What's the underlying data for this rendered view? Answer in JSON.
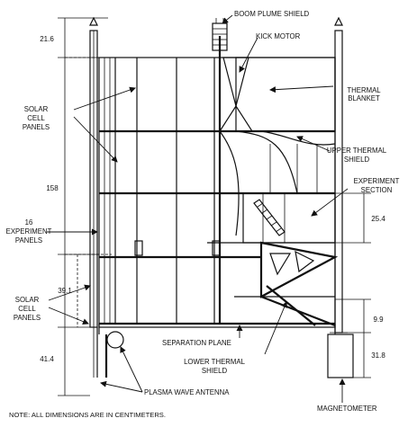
{
  "labels": {
    "boom_plume_shield": "BOOM PLUME SHIELD",
    "kick_motor": "KICK MOTOR",
    "thermal_blanket_1": "THERMAL",
    "thermal_blanket_2": "BLANKET",
    "solar_cell_panels_top_1": "SOLAR",
    "solar_cell_panels_top_2": "CELL",
    "solar_cell_panels_top_3": "PANELS",
    "upper_thermal_shield_1": "UPPER THERMAL",
    "upper_thermal_shield_2": "SHIELD",
    "experiment_section_1": "EXPERIMENT",
    "experiment_section_2": "SECTION",
    "experiment_panels_1": "16",
    "experiment_panels_2": "EXPERIMENT",
    "experiment_panels_3": "PANELS",
    "solar_cell_panels_bottom_1": "SOLAR",
    "solar_cell_panels_bottom_2": "CELL",
    "solar_cell_panels_bottom_3": "PANELS",
    "separation_plane": "SEPARATION PLANE",
    "lower_thermal_shield_1": "LOWER THERMAL",
    "lower_thermal_shield_2": "SHIELD",
    "plasma_wave_antenna": "PLASMA WAVE ANTENNA",
    "magnetometer": "MAGNETOMETER"
  },
  "dimensions": {
    "d_21_6": "21.6",
    "d_158": "158",
    "d_39_1": "39.1",
    "d_41_4": "41.4",
    "d_25_4": "25.4",
    "d_9_9": "9.9",
    "d_31_8": "31.8"
  },
  "note": "NOTE: ALL DIMENSIONS ARE IN CENTIMETERS."
}
